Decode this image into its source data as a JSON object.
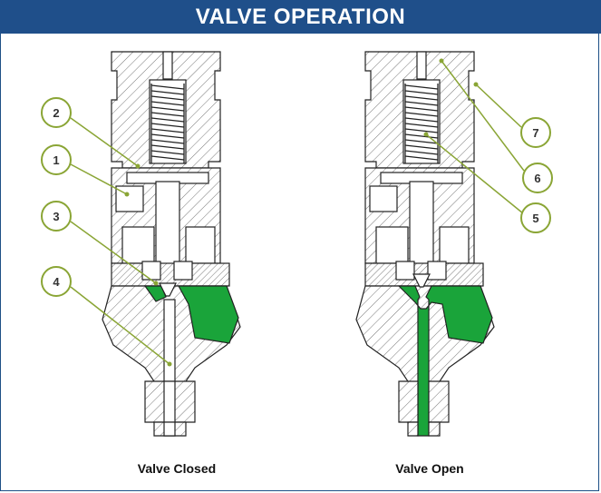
{
  "header": {
    "title": "VALVE OPERATION"
  },
  "captions": {
    "closed": "Valve Closed",
    "open": "Valve Open"
  },
  "callouts": {
    "left": [
      {
        "label": "2"
      },
      {
        "label": "1"
      },
      {
        "label": "3"
      },
      {
        "label": "4"
      }
    ],
    "right": [
      {
        "label": "7"
      },
      {
        "label": "6"
      },
      {
        "label": "5"
      }
    ]
  },
  "colors": {
    "header_bg": "#1f4f8a",
    "flow_green": "#1aa43a",
    "callout_green": "#8aa535",
    "outline": "#222222"
  }
}
